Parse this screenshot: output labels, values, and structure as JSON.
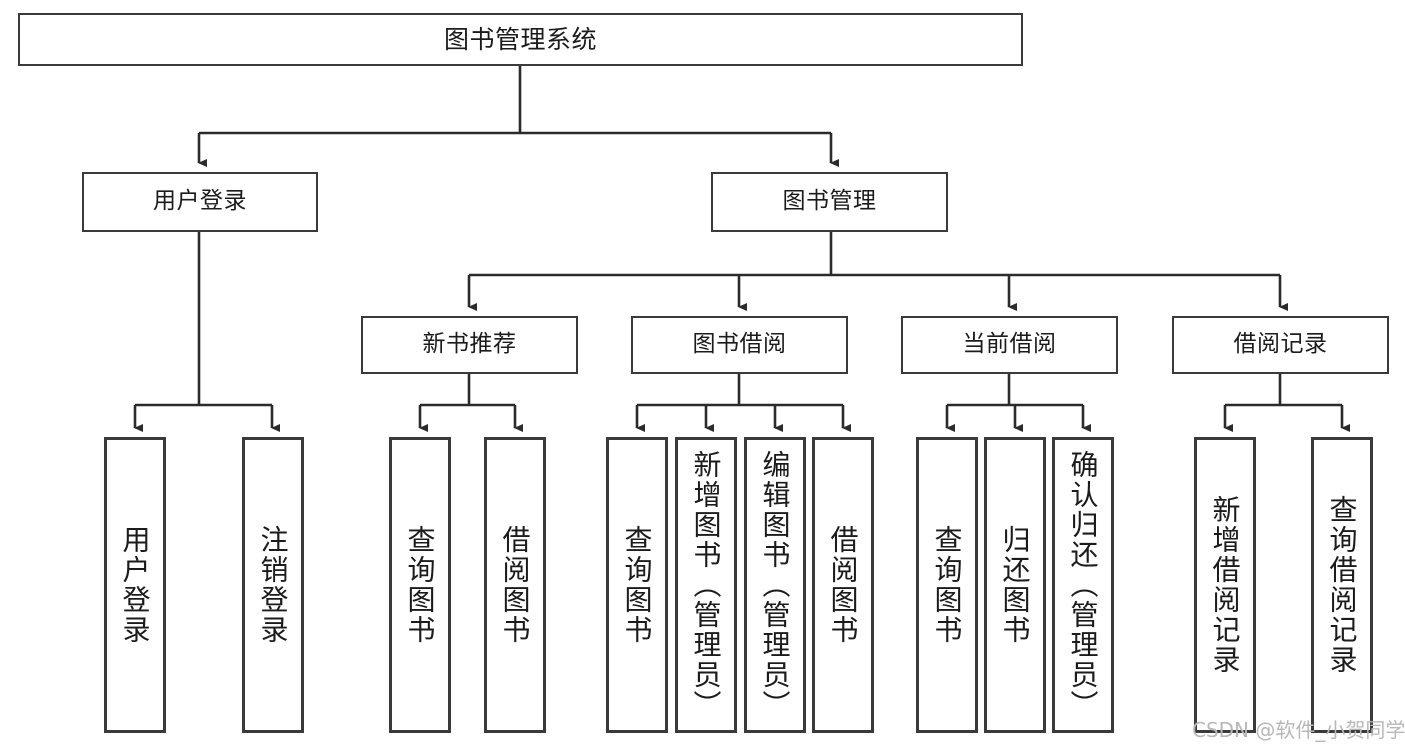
{
  "diagram": {
    "title": "图书管理系统",
    "type": "tree-hierarchy",
    "watermark": "CSDN @软件_小贺同学",
    "colors": {
      "box_border": "#3a3a3a",
      "box_fill": "#ffffff",
      "connector": "#2b2b2b",
      "text": "#1b1b1b",
      "watermark": "#b8b8b8",
      "background": "#ffffff"
    }
  },
  "nodes": {
    "root": {
      "label": "图书管理系统"
    },
    "level1": [
      {
        "id": "user-login",
        "label": "用户登录"
      },
      {
        "id": "book-management",
        "label": "图书管理"
      }
    ],
    "level2": [
      {
        "id": "new-book-recommend",
        "label": "新书推荐"
      },
      {
        "id": "book-borrow",
        "label": "图书借阅"
      },
      {
        "id": "current-borrow",
        "label": "当前借阅"
      },
      {
        "id": "borrow-record",
        "label": "借阅记录"
      }
    ],
    "leaves": {
      "user-login": [
        {
          "id": "leaf-user-login",
          "label": "用户登录"
        },
        {
          "id": "leaf-logout-login",
          "label": "注销登录"
        }
      ],
      "new-book-recommend": [
        {
          "id": "leaf-query-book-1",
          "label": "查询图书"
        },
        {
          "id": "leaf-borrow-book-1",
          "label": "借阅图书"
        }
      ],
      "book-borrow": [
        {
          "id": "leaf-query-book-2",
          "label": "查询图书"
        },
        {
          "id": "leaf-add-book",
          "label": "新增图书（管理员）"
        },
        {
          "id": "leaf-edit-book",
          "label": "编辑图书（管理员）"
        },
        {
          "id": "leaf-borrow-book-2",
          "label": "借阅图书"
        }
      ],
      "current-borrow": [
        {
          "id": "leaf-query-book-3",
          "label": "查询图书"
        },
        {
          "id": "leaf-return-book",
          "label": "归还图书"
        },
        {
          "id": "leaf-confirm-return",
          "label": "确认归还（管理员）"
        }
      ],
      "borrow-record": [
        {
          "id": "leaf-add-record",
          "label": "新增借阅记录"
        },
        {
          "id": "leaf-query-record",
          "label": "查询借阅记录"
        }
      ]
    }
  }
}
